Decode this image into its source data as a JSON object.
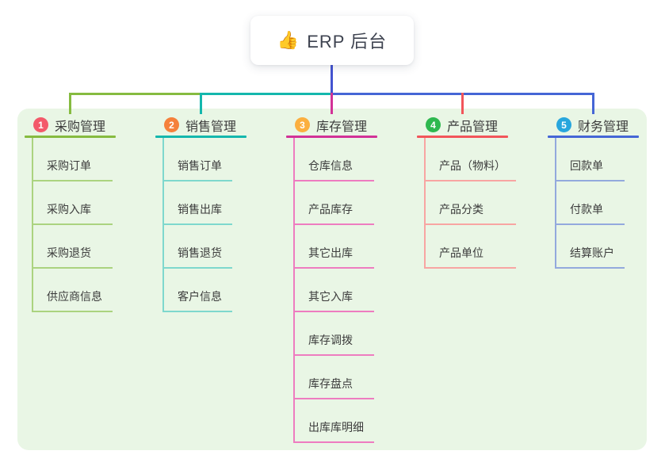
{
  "root": {
    "icon": "👍",
    "title": "ERP 后台"
  },
  "branches": [
    {
      "num": "1",
      "title": "采购管理",
      "badge_color": "#f3596a",
      "line_color": "#86bb40",
      "light_color": "#abd37f",
      "children": [
        "采购订单",
        "采购入库",
        "采购退货",
        "供应商信息"
      ]
    },
    {
      "num": "2",
      "title": "销售管理",
      "badge_color": "#f5803b",
      "line_color": "#14b7ad",
      "light_color": "#7ed8cd",
      "children": [
        "销售订单",
        "销售出库",
        "销售退货",
        "客户信息"
      ]
    },
    {
      "num": "3",
      "title": "库存管理",
      "badge_color": "#fbaf3f",
      "line_color": "#d23297",
      "light_color": "#ee7cc0",
      "children": [
        "仓库信息",
        "产品库存",
        "其它出库",
        "其它入库",
        "库存调拨",
        "库存盘点",
        "出库库明细"
      ]
    },
    {
      "num": "4",
      "title": "产品管理",
      "badge_color": "#2eb84f",
      "line_color": "#f2555a",
      "light_color": "#f8a5a2",
      "children": [
        "产品（物料）",
        "产品分类",
        "产品单位"
      ]
    },
    {
      "num": "5",
      "title": "财务管理",
      "badge_color": "#27a6dd",
      "line_color": "#4566d6",
      "light_color": "#93a9dd",
      "children": [
        "回款单",
        "付款单",
        "结算账户"
      ]
    }
  ],
  "colors": {
    "canvas_bg": "#ffffff",
    "panel_bg": "#e9f6e5",
    "root_drop_line": "#4353d0",
    "text": "#3c3c3c"
  }
}
